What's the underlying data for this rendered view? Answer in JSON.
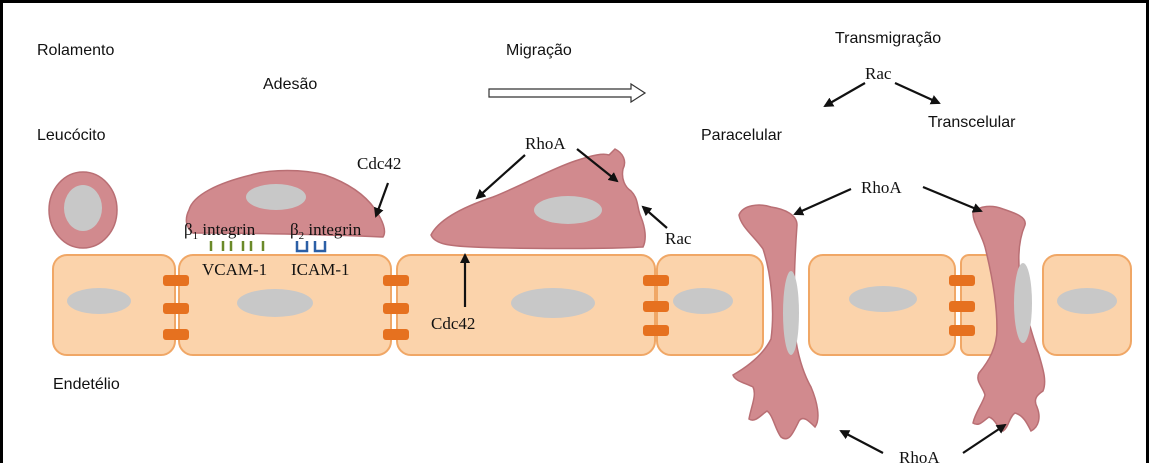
{
  "labels": {
    "rolamento": "Rolamento",
    "adesao": "Adesão",
    "migracao": "Migração",
    "transmigracao": "Transmigração",
    "leucocito": "Leucócito",
    "endotelio": "Endetélio",
    "paracelular": "Paracelular",
    "transcelular": "Transcelular"
  },
  "molecules": {
    "cdc42_top": "Cdc42",
    "beta1": "β",
    "beta1_sub": "1",
    "integrin1": " integrin",
    "beta2": "β",
    "beta2_sub": "2",
    "integrin2": " integrin",
    "vcam": "VCAM-1",
    "icam": "ICAM-1",
    "rhoa_migration": "RhoA",
    "rac_migration": "Rac",
    "cdc42_bottom": "Cdc42",
    "rac_top": "Rac",
    "rhoa_trans_top": "RhoA",
    "rhoa_trans_bottom": "RhoA"
  },
  "colors": {
    "endothelium_fill": "#fbd3ab",
    "endothelium_border": "#f0a766",
    "junction": "#e6711f",
    "leukocyte": "#d18a8e",
    "nucleus": "#c8c8c8"
  }
}
